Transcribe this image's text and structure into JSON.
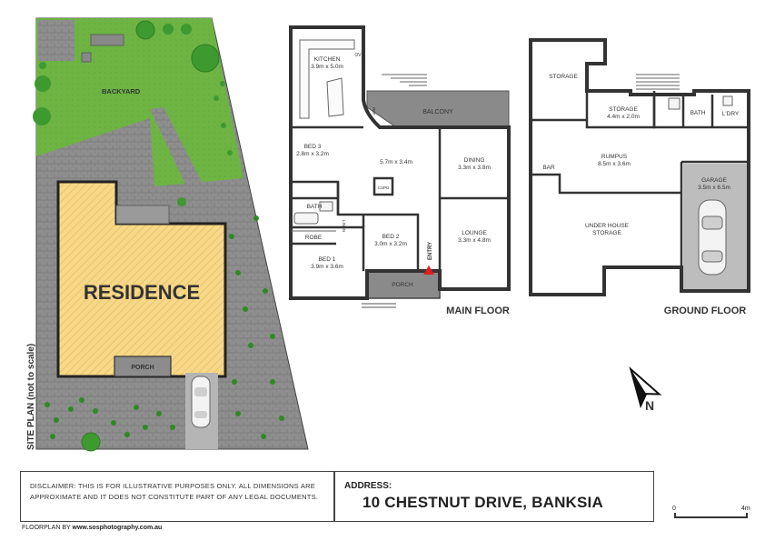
{
  "site_plan": {
    "backyard_label": "BACKYARD",
    "residence_label": "RESIDENCE",
    "porch_label": "PORCH",
    "side_title": "SITE PLAN (not to scale)"
  },
  "main_floor": {
    "title": "MAIN FLOOR",
    "rooms": {
      "kitchen": {
        "name": "KITCHEN",
        "dims": "3.9m x 5.0m"
      },
      "balcony": {
        "name": "BALCONY"
      },
      "bed3": {
        "name": "BED 3",
        "dims": "2.8m x 3.2m"
      },
      "living": {
        "dims": "5.7m x 3.4m"
      },
      "dining": {
        "name": "DINING",
        "dims": "3.3m x 3.8m"
      },
      "cupd": {
        "name": "CUPD"
      },
      "bath": {
        "name": "BATH"
      },
      "robe": {
        "name": "ROBE"
      },
      "bed2": {
        "name": "BED 2",
        "dims": "3.0m x 3.2m"
      },
      "bed1": {
        "name": "BED 1",
        "dims": "3.9m x 3.6m"
      },
      "lounge": {
        "name": "LOUNGE",
        "dims": "3.3m x 4.8m"
      },
      "entry": {
        "name": "ENTRY"
      },
      "porch": {
        "name": "PORCH"
      },
      "ov": {
        "name": "OV"
      },
      "ref": {
        "name": "REF"
      },
      "linen": {
        "name": "LINEN"
      }
    }
  },
  "ground_floor": {
    "title": "GROUND FLOOR",
    "rooms": {
      "storage1": {
        "name": "STORAGE"
      },
      "storage2": {
        "name": "STORAGE",
        "dims": "4.4m x 2.0m"
      },
      "bath": {
        "name": "BATH"
      },
      "ldry": {
        "name": "L'DRY"
      },
      "bar": {
        "name": "BAR"
      },
      "rumpus": {
        "name": "RUMPUS",
        "dims": "8.5m x 3.6m"
      },
      "garage": {
        "name": "GARAGE",
        "dims": "3.5m x 6.5m"
      },
      "under_house": {
        "name": "UNDER HOUSE",
        "name2": "STORAGE"
      }
    }
  },
  "compass": {
    "label": "N"
  },
  "disclaimer": "DISCLAIMER: THIS IS FOR ILLUSTRATIVE PURPOSES ONLY. ALL DIMENSIONS ARE APPROXIMATE AND IT DOES NOT CONSTITUTE PART OF ANY LEGAL DOCUMENTS.",
  "address": {
    "label": "ADDRESS:",
    "value": "10 CHESTNUT DRIVE, BANKSIA"
  },
  "credit": {
    "prefix": "FLOORPLAN BY",
    "site": "www.sosphotography.com.au"
  },
  "scale": {
    "start": "0",
    "end": "4m"
  },
  "colors": {
    "lawn": "#6cb33f",
    "pavers": "#8f8f8f",
    "residence": "#f7d98b",
    "balcony": "#8c8c8c",
    "wall": "#333333",
    "tree": "#3a9a2c"
  }
}
